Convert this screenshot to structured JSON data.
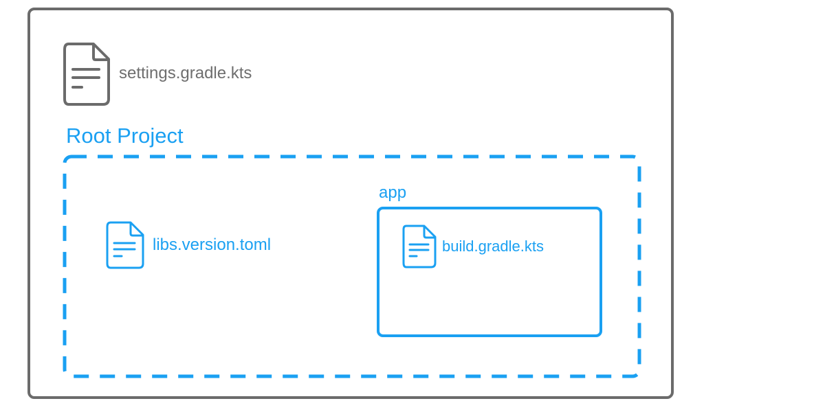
{
  "colors": {
    "outer_border": "#6b6b6b",
    "accent": "#1aa0f2",
    "gray_text": "#6e6e6e"
  },
  "settings_file": {
    "label": "settings.gradle.kts",
    "icon": "document-icon"
  },
  "root_project": {
    "title": "Root Project",
    "libs_file": {
      "label": "libs.version.toml",
      "icon": "document-icon"
    },
    "app_module": {
      "title": "app",
      "build_file": {
        "label": "build.gradle.kts",
        "icon": "document-icon"
      }
    }
  }
}
